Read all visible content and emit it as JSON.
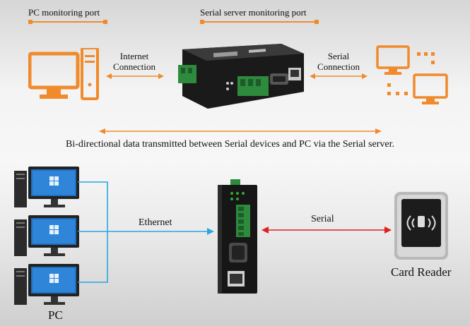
{
  "top": {
    "pc_port_label": "PC monitoring port",
    "server_port_label": "Serial server monitoring port",
    "internet_line1": "Internet",
    "internet_line2": "Connection",
    "serial_line1": "Serial",
    "serial_line2": "Connection",
    "caption": "Bi-directional data transmitted between Serial devices and PC via the Serial server."
  },
  "bottom": {
    "ethernet_label": "Ethernet",
    "serial_label": "Serial",
    "pc_label": "PC",
    "card_reader_label": "Card Reader"
  },
  "colors": {
    "orange": "#f08a2b",
    "blue": "#2ba6e0",
    "red": "#e02020"
  }
}
